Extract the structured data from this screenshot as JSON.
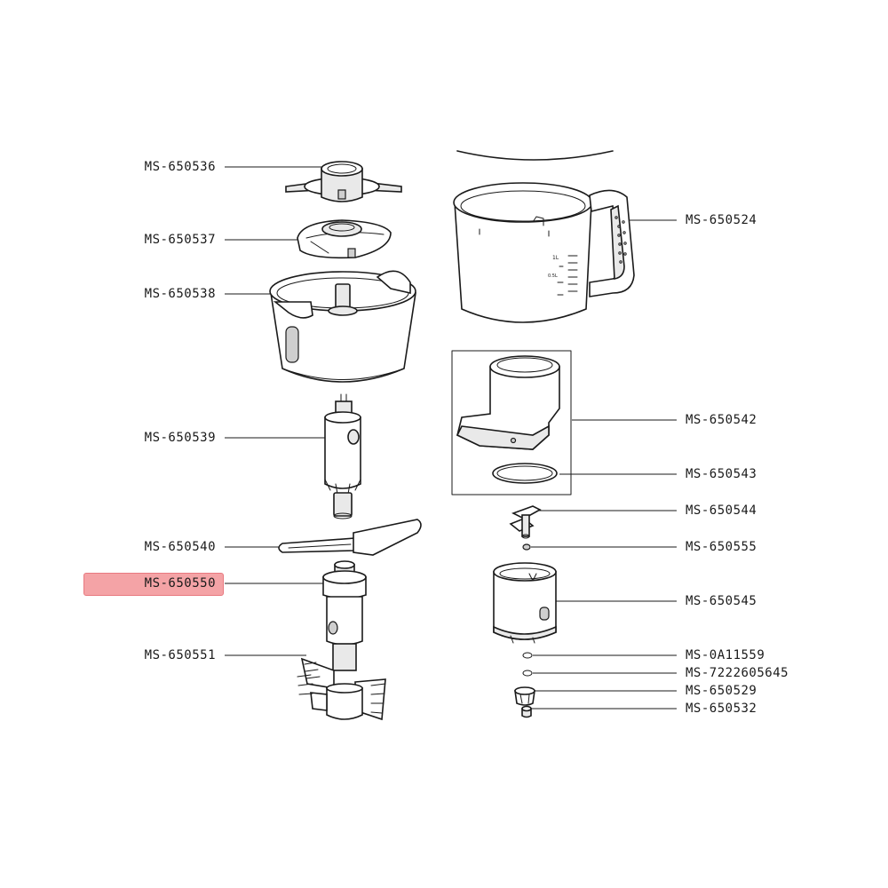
{
  "colors": {
    "line": "#1a1a1a",
    "highlight": "#f4a3a6",
    "highlight_border": "#e87a80"
  },
  "highlighted_part": "MS-650550",
  "parts_left": [
    {
      "code": "MS-650536"
    },
    {
      "code": "MS-650537"
    },
    {
      "code": "MS-650538"
    },
    {
      "code": "MS-650539"
    },
    {
      "code": "MS-650540"
    },
    {
      "code": "MS-650550"
    },
    {
      "code": "MS-650551"
    }
  ],
  "parts_right": [
    {
      "code": "MS-650524"
    },
    {
      "code": "MS-650542"
    },
    {
      "code": "MS-650543"
    },
    {
      "code": "MS-650544"
    },
    {
      "code": "MS-650555"
    },
    {
      "code": "MS-650545"
    },
    {
      "code": "MS-0A11559"
    },
    {
      "code": "MS-7222605645"
    },
    {
      "code": "MS-650529"
    },
    {
      "code": "MS-650532"
    }
  ],
  "bowl_markings": [
    "1L",
    "0.5L"
  ]
}
